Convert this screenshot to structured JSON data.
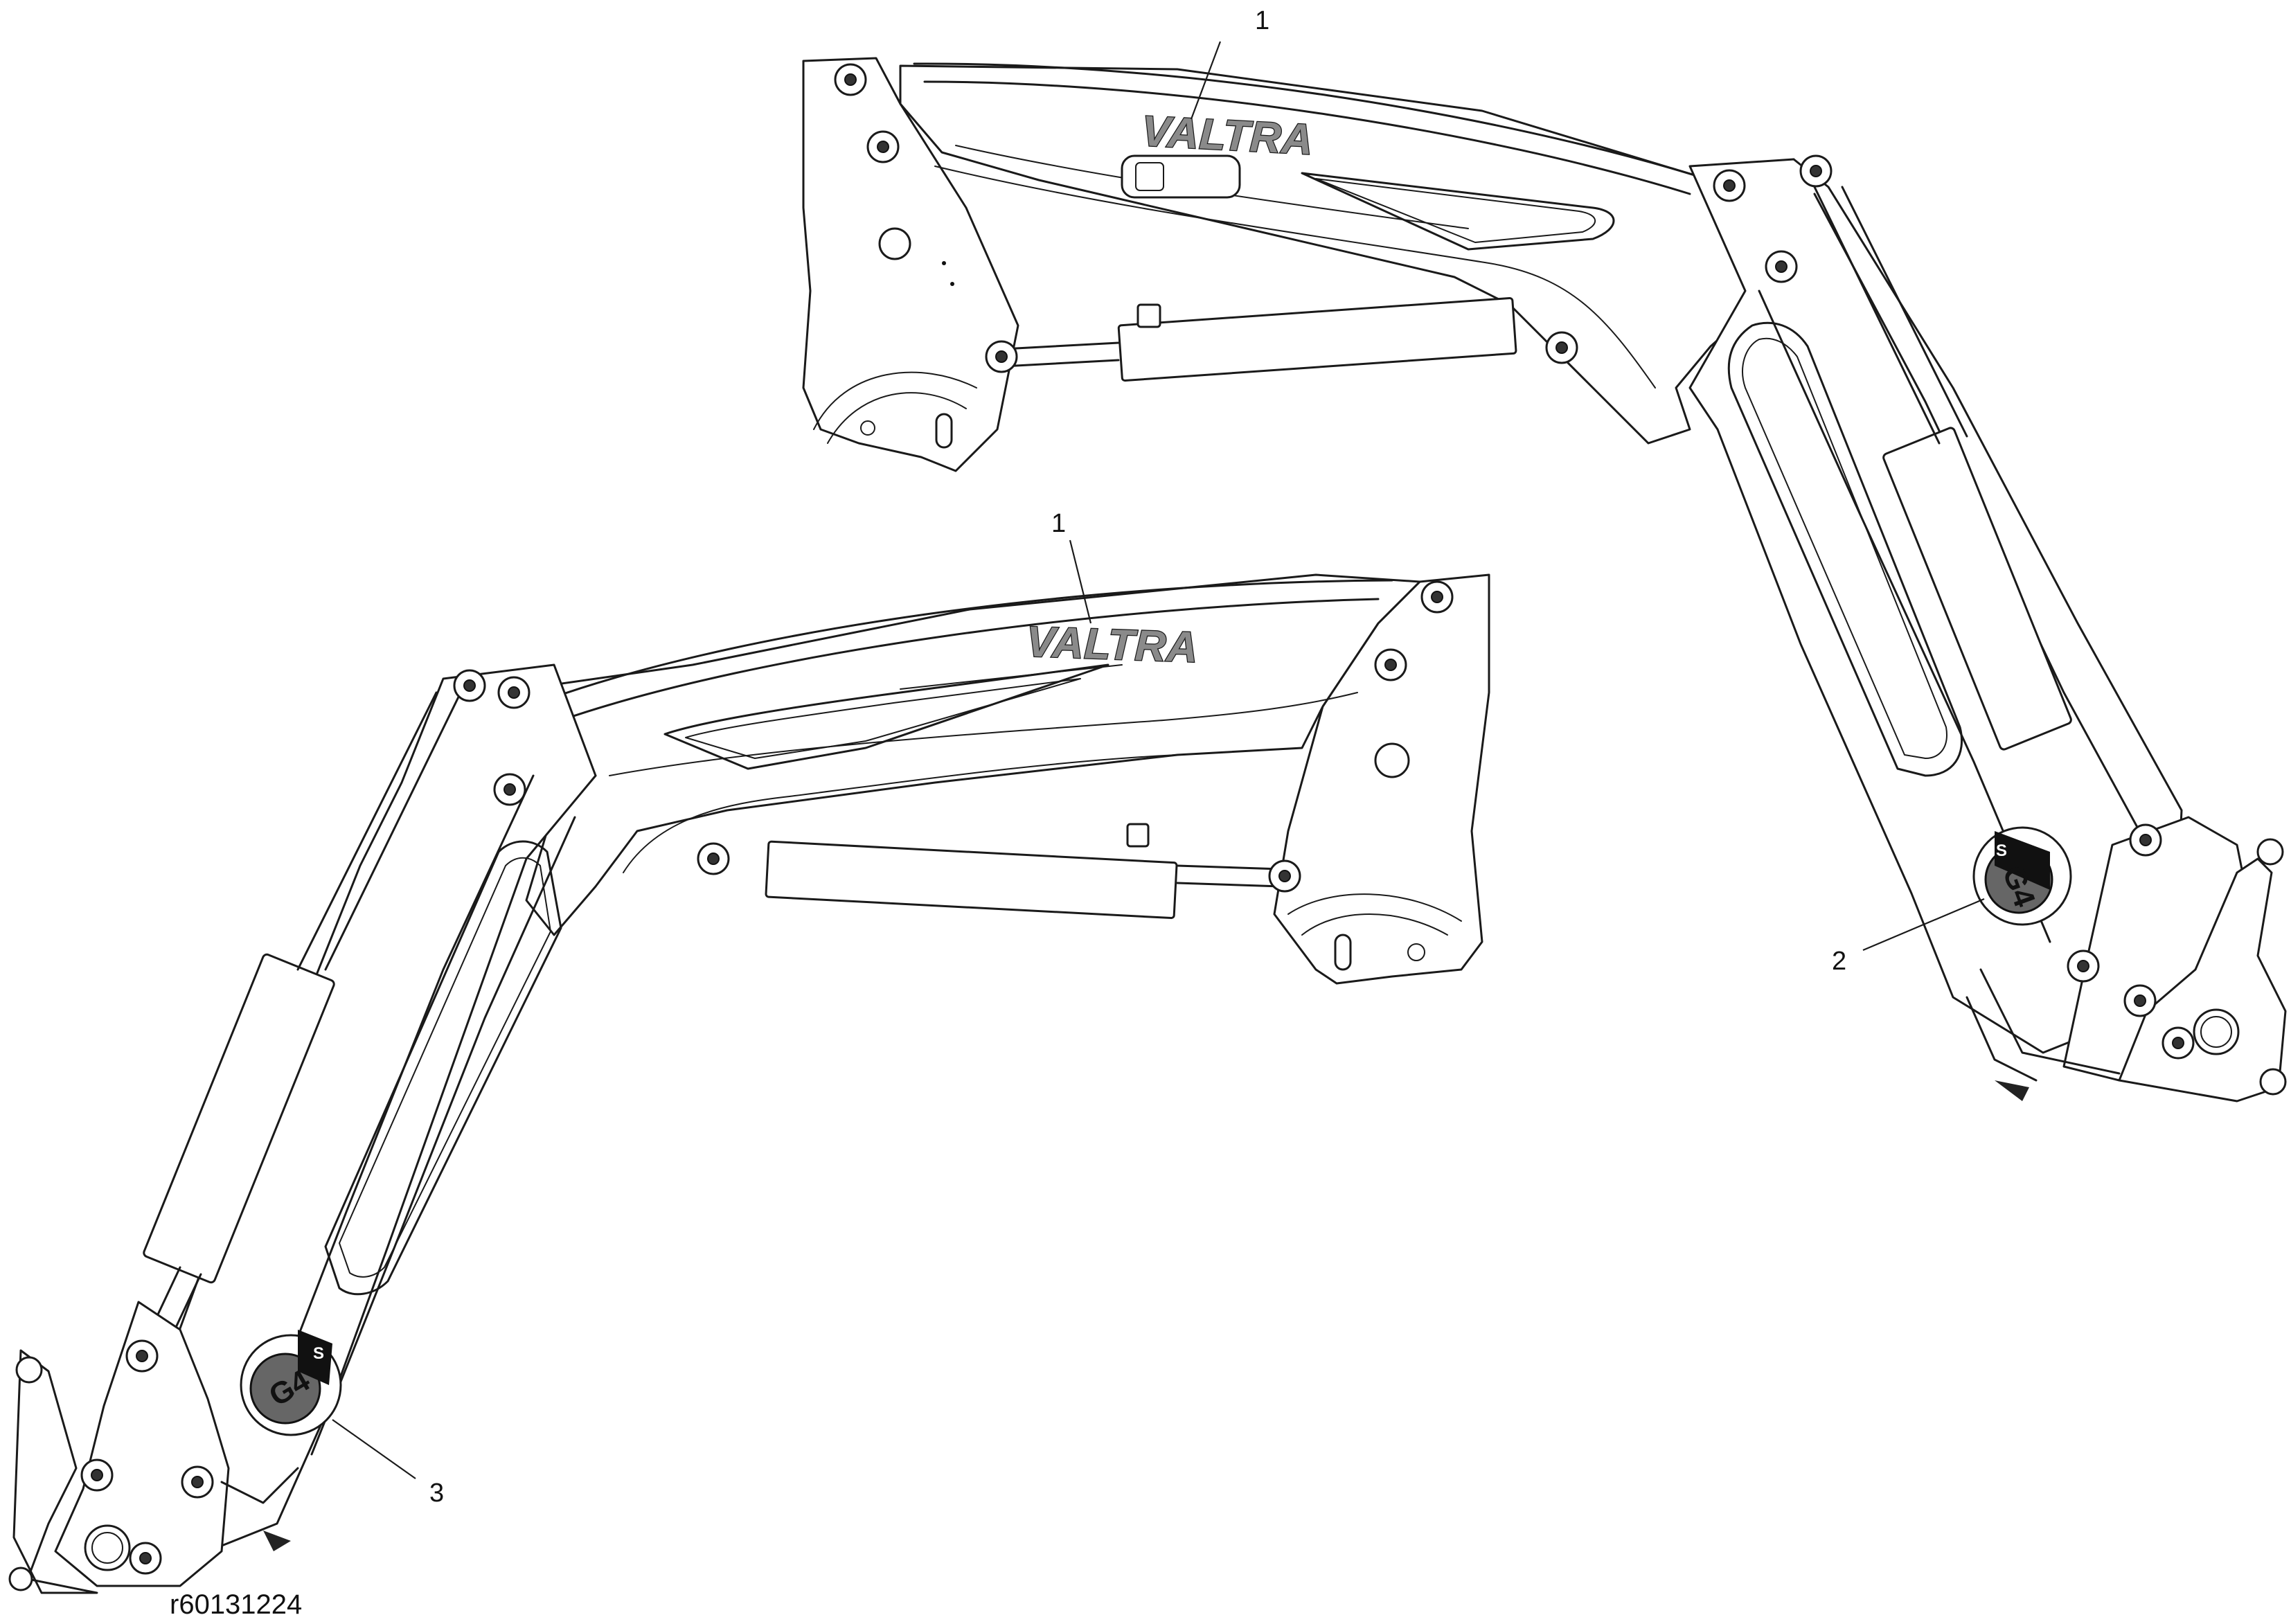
{
  "drawing": {
    "reference_number": "r60131224",
    "logo_text": "VALTRA",
    "badge_text": "G4",
    "badge_sub_text": "S"
  },
  "callouts": [
    {
      "id": "upper-loader-decal",
      "label": "1"
    },
    {
      "id": "lower-loader-decal",
      "label": "1"
    },
    {
      "id": "upper-loader-badge",
      "label": "2"
    },
    {
      "id": "lower-loader-badge",
      "label": "3"
    }
  ],
  "colors": {
    "line": "#1a1a1a",
    "logo_fill": "#8a8a8a",
    "badge_fill": "#666666",
    "background": "#ffffff"
  }
}
